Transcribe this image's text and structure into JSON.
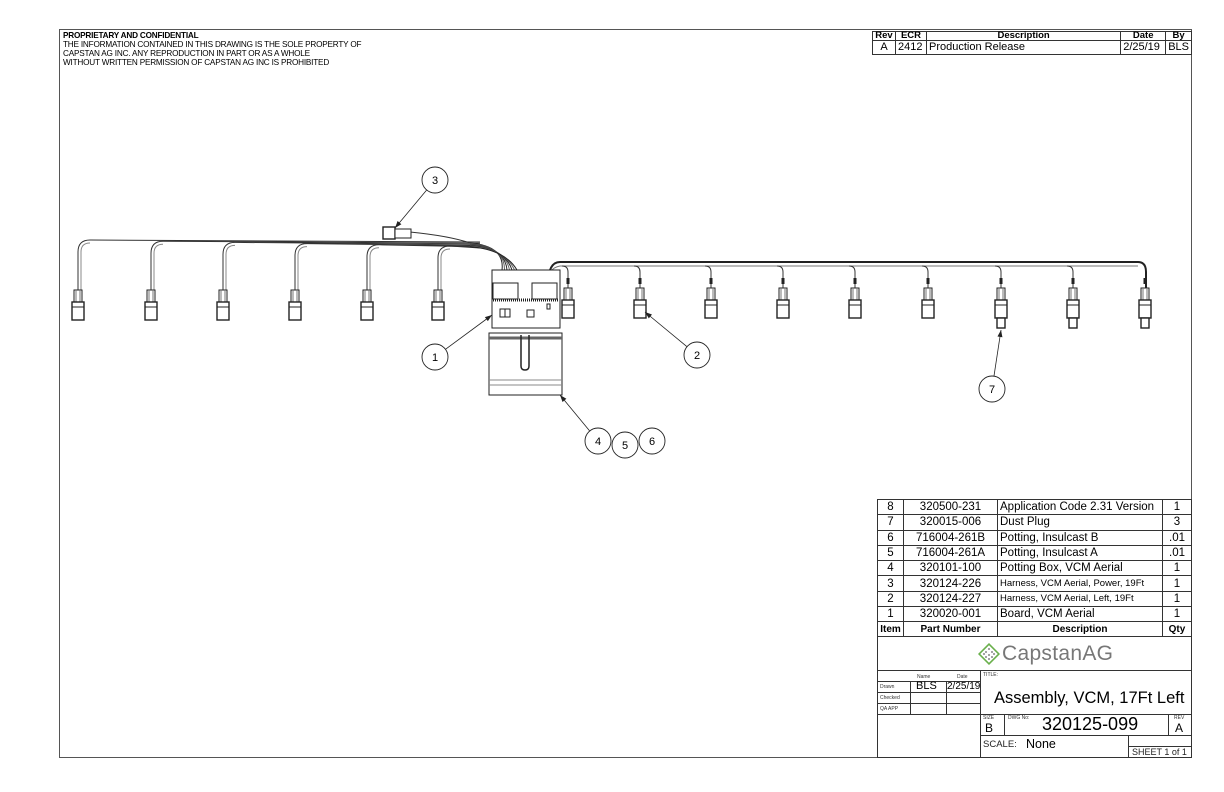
{
  "notice": {
    "heading": "PROPRIETARY AND CONFIDENTIAL",
    "lines": [
      "THE INFORMATION CONTAINED IN THIS DRAWING IS THE SOLE PROPERTY OF",
      "CAPSTAN AG INC. ANY REPRODUCTION IN PART OR AS A WHOLE",
      "WITHOUT WRITTEN PERMISSION OF CAPSTAN AG INC IS PROHIBITED"
    ]
  },
  "revision_table": {
    "headers": [
      "Rev",
      "ECR",
      "Description",
      "Date",
      "By"
    ],
    "rows": [
      {
        "rev": "A",
        "ecr": "2412",
        "description": "Production Release",
        "date": "2/25/19",
        "by": "BLS"
      }
    ]
  },
  "balloons": {
    "b1": "1",
    "b2": "2",
    "b3": "3",
    "b4": "4",
    "b5": "5",
    "b6": "6",
    "b7": "7"
  },
  "bom": {
    "headers": [
      "Item",
      "Part Number",
      "Description",
      "Qty"
    ],
    "rows": [
      {
        "item": "8",
        "part": "320500-231",
        "description": "Application Code 2.31 Version",
        "qty": "1"
      },
      {
        "item": "7",
        "part": "320015-006",
        "description": "Dust Plug",
        "qty": "3"
      },
      {
        "item": "6",
        "part": "716004-261B",
        "description": "Potting, Insulcast B",
        "qty": ".01"
      },
      {
        "item": "5",
        "part": "716004-261A",
        "description": "Potting, Insulcast A",
        "qty": ".01"
      },
      {
        "item": "4",
        "part": "320101-100",
        "description": "Potting Box, VCM Aerial",
        "qty": "1"
      },
      {
        "item": "3",
        "part": "320124-226",
        "description": "Harness, VCM Aerial, Power, 19Ft",
        "qty": "1"
      },
      {
        "item": "2",
        "part": "320124-227",
        "description": "Harness, VCM Aerial, Left, 19Ft",
        "qty": "1"
      },
      {
        "item": "1",
        "part": "320020-001",
        "description": "Board, VCM Aerial",
        "qty": "1"
      }
    ]
  },
  "title_block": {
    "company": "CapstanAG",
    "company_color": "#6ab04c",
    "name_label": "Name",
    "date_label": "Date",
    "drawn_label": "Drawn",
    "checked_label": "Checked",
    "qa_label": "QA APP",
    "drawn_name": "BLS",
    "drawn_date": "2/25/19",
    "title_label": "TITLE:",
    "title": "Assembly, VCM, 17Ft Left",
    "size_label": "SIZE",
    "size": "B",
    "dwg_label": "DWG No:",
    "dwg_no": "320125-099",
    "rev_label": "REV",
    "rev": "A",
    "scale_label": "SCALE:",
    "scale": "None",
    "sheet": "SHEET 1 of 1"
  }
}
